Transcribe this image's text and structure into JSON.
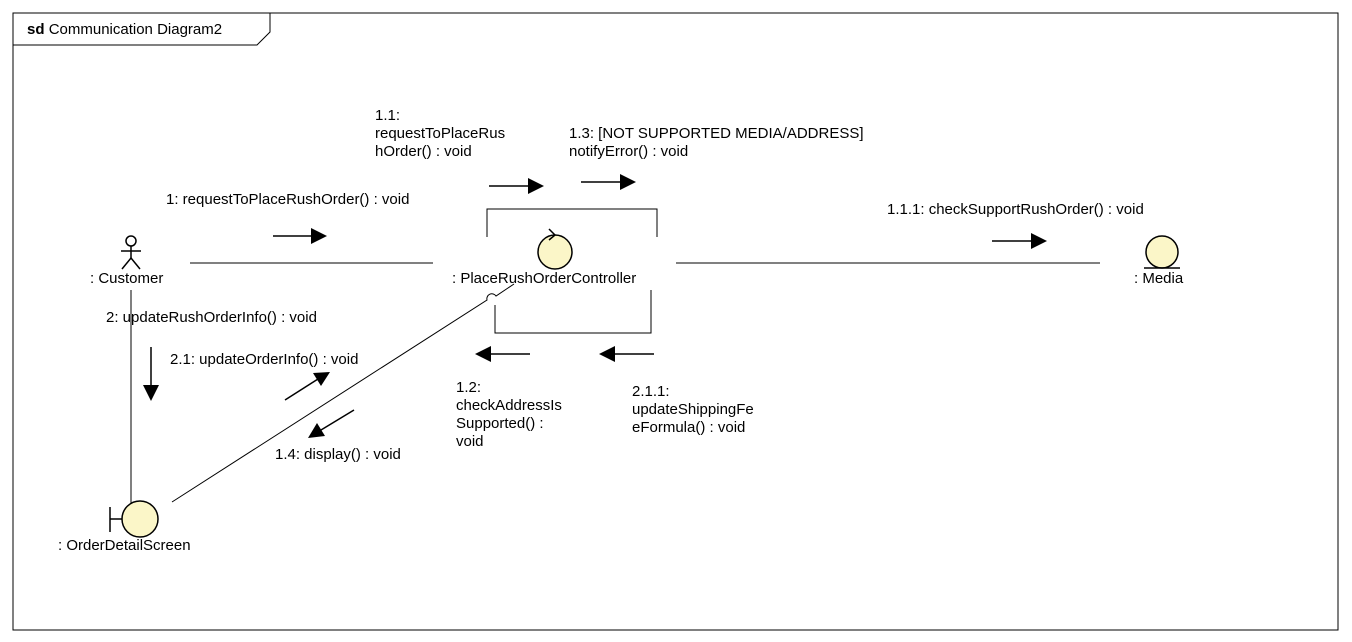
{
  "frame": {
    "keyword": "sd",
    "name": "Communication Diagram2"
  },
  "objects": {
    "customer": ": Customer",
    "controller": ": PlaceRushOrderController",
    "media": ": Media",
    "screen": ": OrderDetailScreen"
  },
  "messages": {
    "m1": "1: requestToPlaceRushOrder() : void",
    "m1_1": "1.1:\nrequestToPlaceRus\nhOrder() : void",
    "m1_3": "1.3: [NOT SUPPORTED MEDIA/ADDRESS]\nnotifyError() : void",
    "m1_1_1": "1.1.1: checkSupportRushOrder() : void",
    "m2": "2: updateRushOrderInfo() : void",
    "m2_1": "2.1: updateOrderInfo() : void",
    "m1_2": "1.2:\ncheckAddressIs\nSupported() :\nvoid",
    "m2_1_1": "2.1.1:\nupdateShippingFe\neFormula() : void",
    "m1_4": "1.4: display() : void"
  },
  "colors": {
    "object_fill": "#fbf6c8",
    "line": "#000000"
  }
}
